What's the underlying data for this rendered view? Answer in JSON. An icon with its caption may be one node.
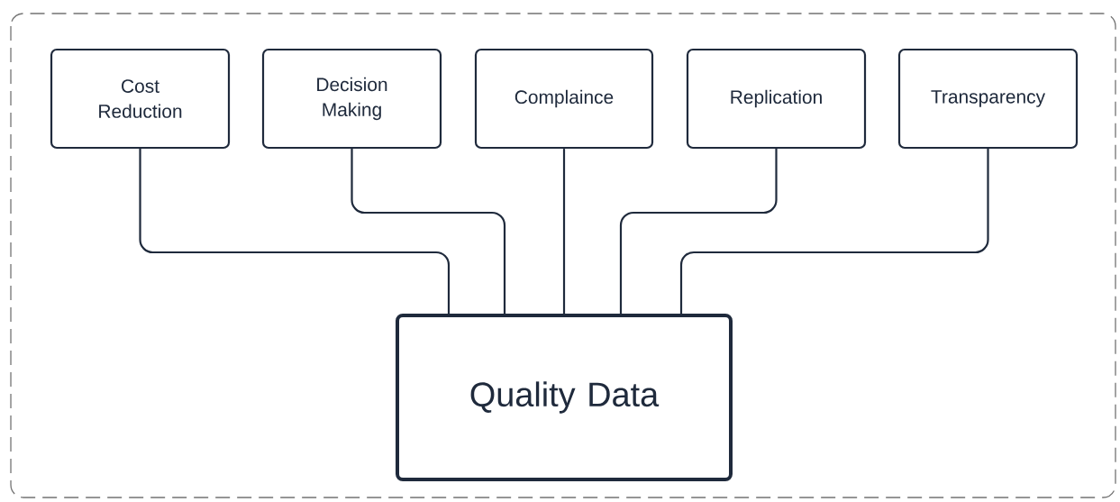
{
  "diagram": {
    "nodes": [
      {
        "text": [
          "Cost Reduction"
        ]
      },
      {
        "text": [
          "Decision Making"
        ]
      },
      {
        "text": [
          "Complaince"
        ]
      },
      {
        "text": [
          "Replication"
        ]
      },
      {
        "text": [
          "Transparency"
        ]
      },
      {
        "text": [
          "Quality Data"
        ]
      }
    ],
    "edges": [
      {
        "from": 0,
        "to": 5,
        "arrow": "none"
      },
      {
        "from": 1,
        "to": 5,
        "arrow": "none"
      },
      {
        "from": 2,
        "to": 5,
        "arrow": "none"
      },
      {
        "from": 3,
        "to": 5,
        "arrow": "none"
      },
      {
        "from": 4,
        "to": 5,
        "arrow": "none"
      }
    ]
  }
}
